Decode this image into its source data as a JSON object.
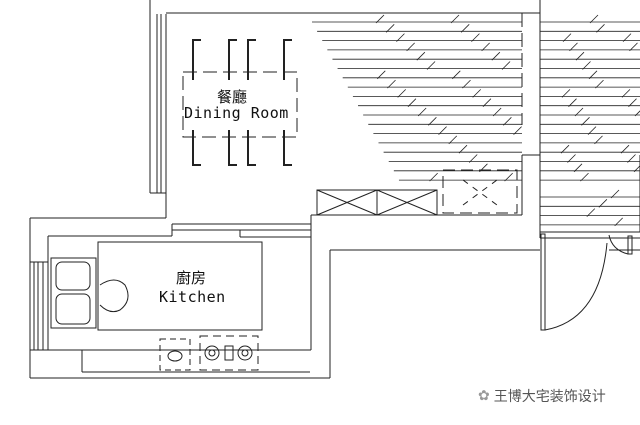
{
  "rooms": {
    "dining": {
      "label_cn": "餐廳",
      "label_en": "Dining Room"
    },
    "kitchen": {
      "label_cn": "廚房",
      "label_en": "Kitchen"
    }
  },
  "watermark": {
    "text": "王博大宅装饰设计",
    "icon": "wechat-icon"
  },
  "colors": {
    "line": "#222222",
    "background": "#ffffff",
    "watermark": "#555555"
  }
}
